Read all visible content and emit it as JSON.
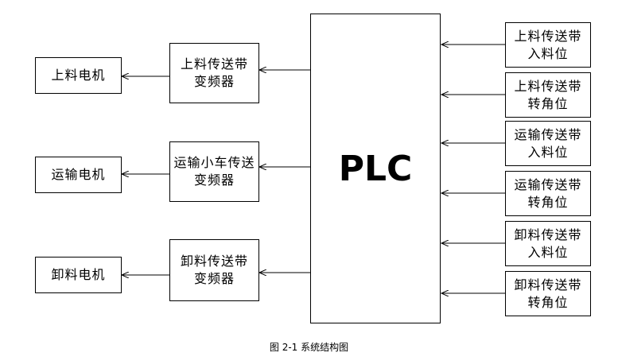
{
  "plc": {
    "label": "PLC"
  },
  "motors": [
    {
      "label": "上料电机"
    },
    {
      "label": "运输电机"
    },
    {
      "label": "卸料电机"
    }
  ],
  "inverters": [
    {
      "line1": "上料传送带",
      "line2": "变频器"
    },
    {
      "line1": "运输小车传送",
      "line2": "变频器"
    },
    {
      "line1": "卸料传送带",
      "line2": "变频器"
    }
  ],
  "sensors": [
    {
      "line1": "上料传送带",
      "line2": "入料位"
    },
    {
      "line1": "上料传送带",
      "line2": "转角位"
    },
    {
      "line1": "运输传送带",
      "line2": "入料位"
    },
    {
      "line1": "运输传送带",
      "line2": "转角位"
    },
    {
      "line1": "卸料传送带",
      "line2": "入料位"
    },
    {
      "line1": "卸料传送带",
      "line2": "转角位"
    }
  ],
  "caption": "图 2-1 系统结构图"
}
